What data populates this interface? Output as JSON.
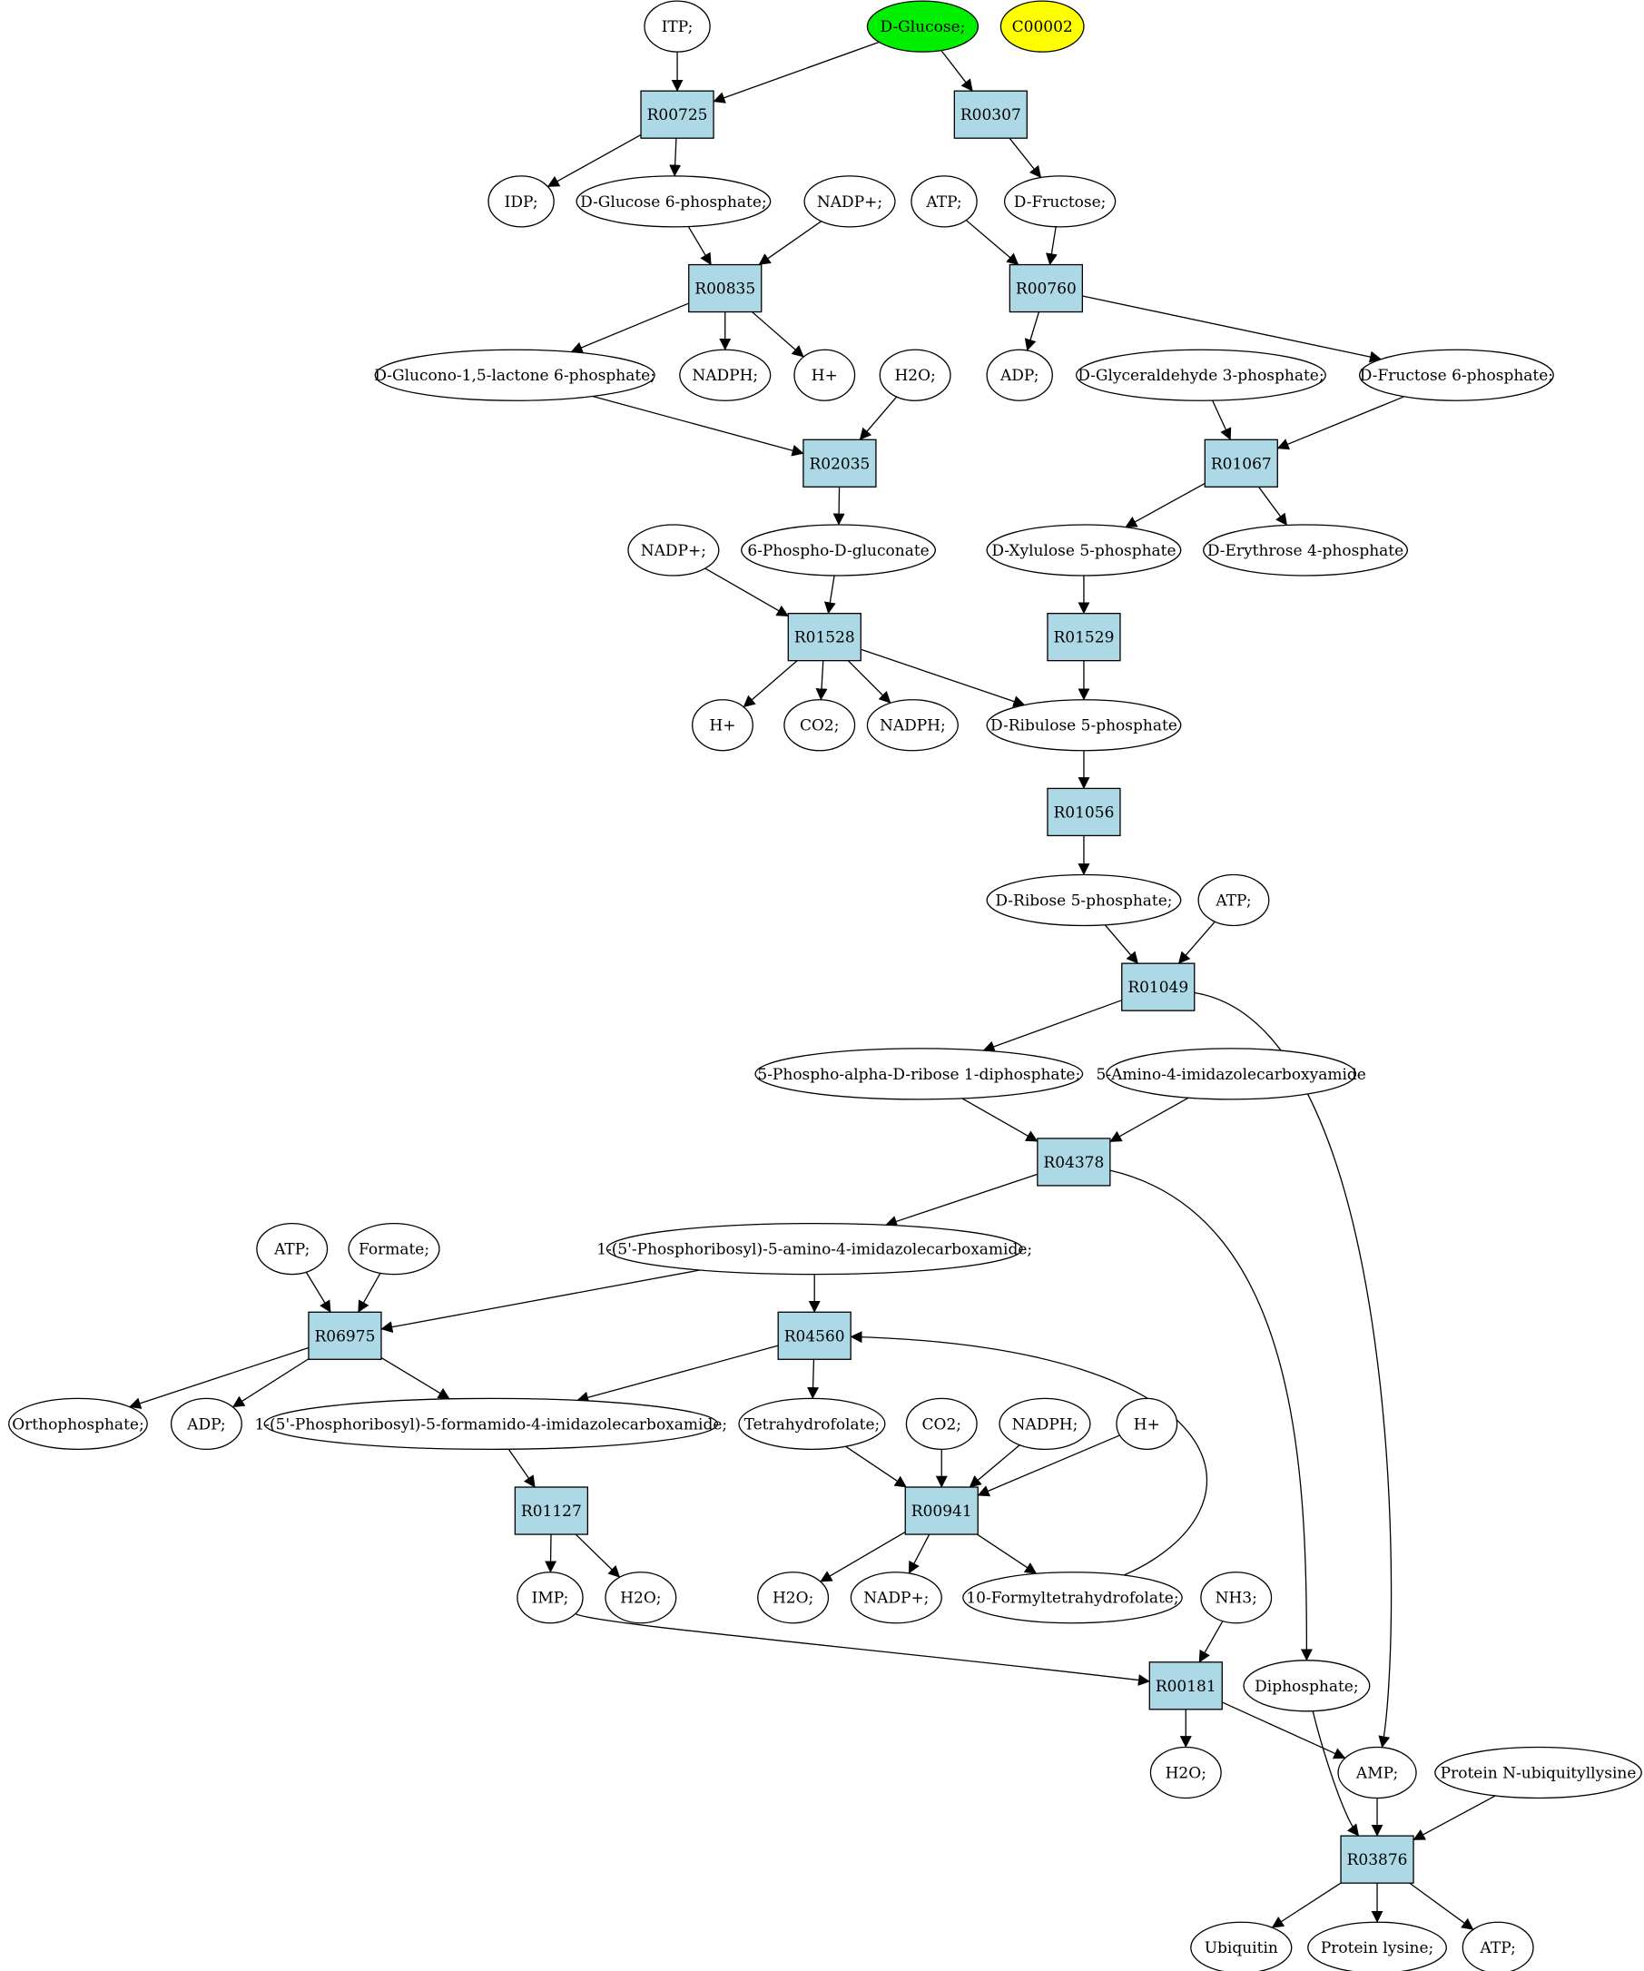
{
  "colors": {
    "reaction_fill": "#add8e6",
    "start_compound": "#00ee00",
    "highlight_compound": "#ffff00",
    "metabolite_fill": "#ffffff"
  },
  "nodes": {
    "itp": "ITP;",
    "d_glucose": "D-Glucose;",
    "c00002": "C00002",
    "r00725": "R00725",
    "r00307": "R00307",
    "idp": "IDP;",
    "d_glucose_6p": "D-Glucose 6-phosphate;",
    "nadp_1": "NADP+;",
    "atp_1": "ATP;",
    "d_fructose": "D-Fructose;",
    "r00835": "R00835",
    "r00760": "R00760",
    "glucono_lactone": "D-Glucono-1,5-lactone 6-phosphate;",
    "nadph_1": "NADPH;",
    "h_1": "H+",
    "h2o_1": "H2O;",
    "adp_1": "ADP;",
    "glyceraldehyde_3p": "D-Glyceraldehyde 3-phosphate;",
    "fructose_6p": "D-Fructose 6-phosphate;",
    "r02035": "R02035",
    "r01067": "R01067",
    "nadp_2": "NADP+;",
    "phosphogluconate": "6-Phospho-D-gluconate",
    "xylulose_5p": "D-Xylulose 5-phosphate",
    "erythrose_4p": "D-Erythrose 4-phosphate",
    "r01528": "R01528",
    "r01529": "R01529",
    "h_2": "H+",
    "co2_1": "CO2;",
    "nadph_2": "NADPH;",
    "ribulose_5p": "D-Ribulose 5-phosphate",
    "r01056": "R01056",
    "ribose_5p": "D-Ribose 5-phosphate;",
    "atp_2": "ATP;",
    "r01049": "R01049",
    "prpp": "5-Phospho-alpha-D-ribose 1-diphosphate;",
    "aica": "5-Amino-4-imidazolecarboxyamide",
    "r04378": "R04378",
    "atp_3": "ATP;",
    "formate": "Formate;",
    "aicar": "1-(5'-Phosphoribosyl)-5-amino-4-imidazolecarboxamide;",
    "r06975": "R06975",
    "r04560": "R04560",
    "orthophosphate": "Orthophosphate;",
    "adp_2": "ADP;",
    "faicar": "1-(5'-Phosphoribosyl)-5-formamido-4-imidazolecarboxamide;",
    "thf": "Tetrahydrofolate;",
    "co2_2": "CO2;",
    "nadph_3": "NADPH;",
    "h_3": "H+",
    "r01127": "R01127",
    "r00941": "R00941",
    "imp": "IMP;",
    "h2o_2": "H2O;",
    "h2o_3": "H2O;",
    "nadp_3": "NADP+;",
    "formyl_thf": "10-Formyltetrahydrofolate;",
    "nh3": "NH3;",
    "r00181": "R00181",
    "diphosphate": "Diphosphate;",
    "h2o_4": "H2O;",
    "amp": "AMP;",
    "protein_ub_lys": "Protein N-ubiquityllysine",
    "r03876": "R03876",
    "ubiquitin": "Ubiquitin",
    "protein_lysine": "Protein lysine;",
    "atp_4": "ATP;"
  }
}
